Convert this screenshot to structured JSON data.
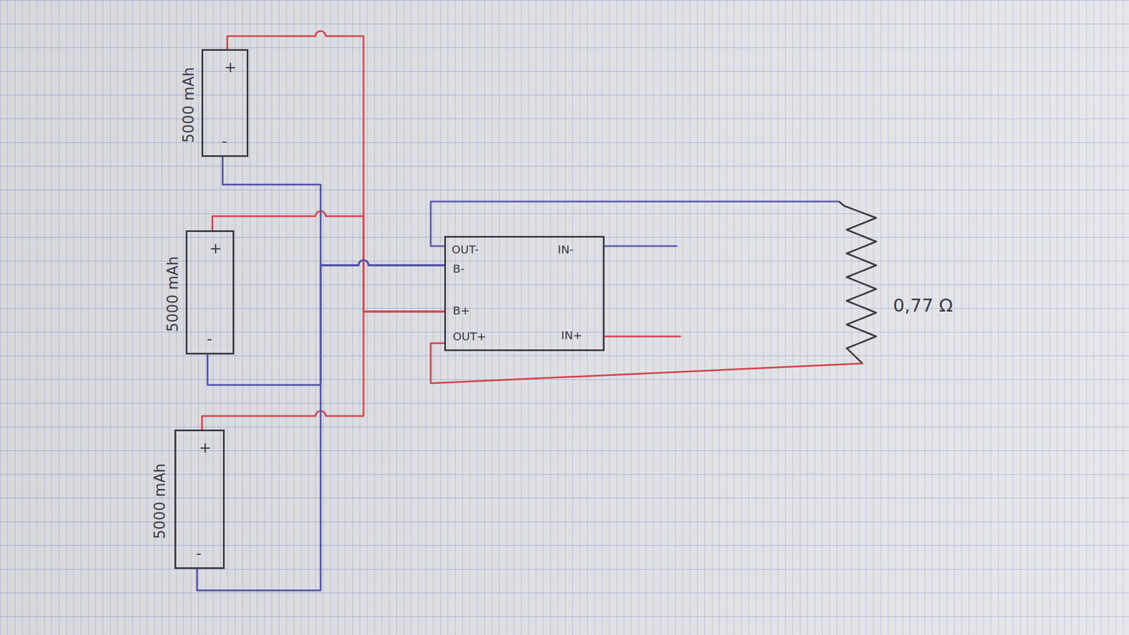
{
  "diagram": {
    "nodes": [
      {
        "text": [
          "5000 mAh",
          "+",
          "-"
        ]
      },
      {
        "text": [
          "5000 mAh",
          "+",
          "-"
        ]
      },
      {
        "text": [
          "5000 mAh",
          "+",
          "-"
        ]
      },
      {
        "text": [
          "OUT-",
          "B-",
          "B+",
          "OUT+",
          "IN-",
          "IN+"
        ]
      },
      {
        "text": [
          "0,77 Ω"
        ]
      }
    ],
    "edges": [
      {
        "from": 0,
        "to": 3,
        "arrow": "none"
      },
      {
        "from": 1,
        "to": 3,
        "arrow": "none"
      },
      {
        "from": 2,
        "to": 3,
        "arrow": "none"
      },
      {
        "from": 0,
        "to": 3,
        "arrow": "none"
      },
      {
        "from": 1,
        "to": 3,
        "arrow": "none"
      },
      {
        "from": 2,
        "to": 3,
        "arrow": "none"
      },
      {
        "from": 3,
        "to": 4,
        "arrow": "none"
      },
      {
        "from": 3,
        "to": 4,
        "arrow": "none"
      }
    ]
  }
}
